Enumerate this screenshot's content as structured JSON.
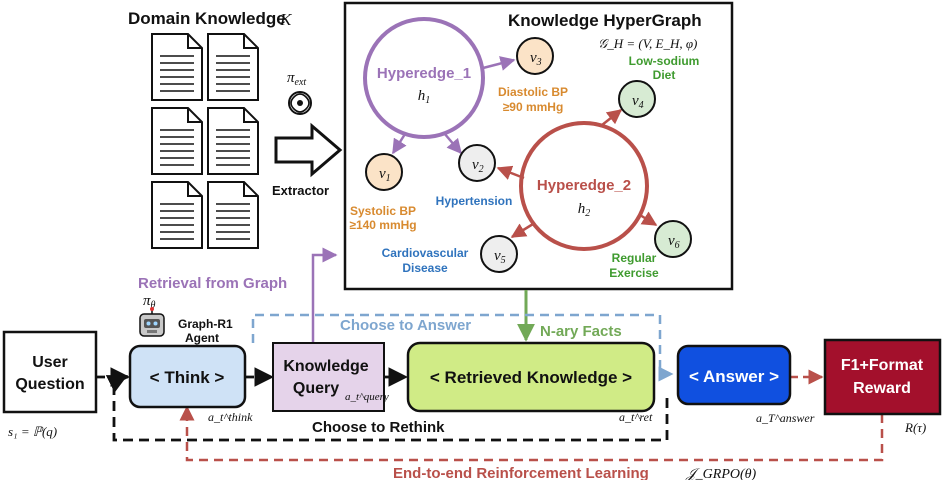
{
  "domain_knowledge": {
    "title": "Domain Knowledge",
    "symbol": "K"
  },
  "extractor": {
    "policy": "π",
    "policy_sub": "ext",
    "label": "Extractor"
  },
  "hypergraph": {
    "title": "Knowledge HyperGraph",
    "formula": "𝒢_H = (V, E_H, φ)",
    "hyperedges": [
      {
        "label": "Hyperedge_1",
        "symbol": "h",
        "sub": "1",
        "color": "#9b73b7"
      },
      {
        "label": "Hyperedge_2",
        "symbol": "h",
        "sub": "2",
        "color": "#b9504a"
      }
    ],
    "nodes": [
      {
        "id": "v1",
        "sub": "1",
        "fill": "#fbe3c7",
        "caption": [
          "Systolic BP",
          "≥140 mmHg"
        ],
        "caption_color": "#d88a2f"
      },
      {
        "id": "v2",
        "sub": "2",
        "fill": "#eeeeee",
        "caption": [
          "Hypertension"
        ],
        "caption_color": "#2f73bd"
      },
      {
        "id": "v3",
        "sub": "3",
        "fill": "#fbe3c7",
        "caption": [
          "Diastolic BP",
          "≥90 mmHg"
        ],
        "caption_color": "#d88a2f"
      },
      {
        "id": "v4",
        "sub": "4",
        "fill": "#d7ebd3",
        "caption": [
          "Low-sodium",
          "Diet"
        ],
        "caption_color": "#3f9b2f"
      },
      {
        "id": "v5",
        "sub": "5",
        "fill": "#eeeeee",
        "caption": [
          "Cardiovascular",
          "Disease"
        ],
        "caption_color": "#2f73bd"
      },
      {
        "id": "v6",
        "sub": "6",
        "fill": "#d7ebd3",
        "caption": [
          "Regular",
          "Exercise"
        ],
        "caption_color": "#3f9b2f"
      }
    ]
  },
  "agent": {
    "policy": "π",
    "policy_sub": "θ",
    "line1": "Graph-R1",
    "line2": "Agent"
  },
  "flow": {
    "user_question": [
      "User",
      "Question"
    ],
    "state": "s₁ = ℙ(q)",
    "think": "< Think >",
    "think_action": "a_t^think",
    "knowledge_query": [
      "Knowledge",
      "Query"
    ],
    "query_action": "a_t^query",
    "retrieved": "< Retrieved Knowledge >",
    "retrieved_action": "a_t^ret",
    "answer": "< Answer >",
    "answer_action": "a_T^answer",
    "reward": [
      "F1+Format",
      "Reward"
    ],
    "reward_symbol": "R(τ)"
  },
  "labels": {
    "retrieval_from_graph": "Retrieval from Graph",
    "choose_to_answer": "Choose to Answer",
    "nary_facts": "N-ary Facts",
    "choose_to_rethink": "Choose to Rethink",
    "rl": "End-to-end Reinforcement Learning",
    "rl_objective": "𝒥_GRPO(θ)"
  },
  "colors": {
    "purple": "#9b73b7",
    "red": "#b9504a",
    "blue_dashed": "#7ea6cf",
    "green_arrow": "#72a957",
    "think_fill": "#cfe2f6",
    "query_fill": "#e5d3ea",
    "retrieved_fill": "#d0eb86",
    "answer_fill": "#1050e0",
    "reward_fill": "#a3102c"
  }
}
